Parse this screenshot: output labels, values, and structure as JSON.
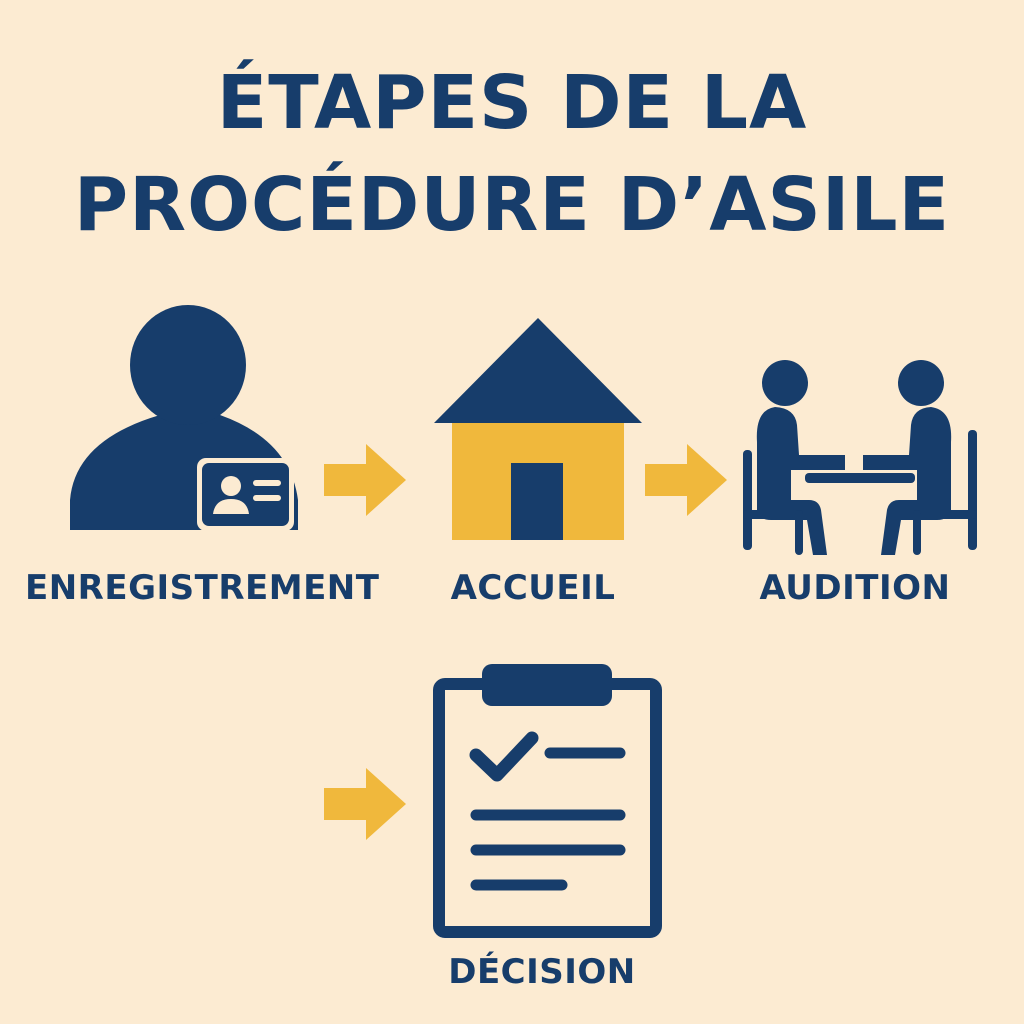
{
  "title": {
    "line1": "ÉTAPES DE LA",
    "line2": "PROCÉDURE D’ASILE"
  },
  "steps": [
    {
      "label": "ENREGISTREMENT",
      "icon": "person-id-card-icon"
    },
    {
      "label": "ACCUEIL",
      "icon": "house-icon"
    },
    {
      "label": "AUDITION",
      "icon": "interview-icon"
    },
    {
      "label": "DÉCISION",
      "icon": "clipboard-checklist-icon"
    }
  ],
  "colors": {
    "background": "#fcebd2",
    "primary": "#173d6b",
    "accent": "#f0b83c"
  }
}
